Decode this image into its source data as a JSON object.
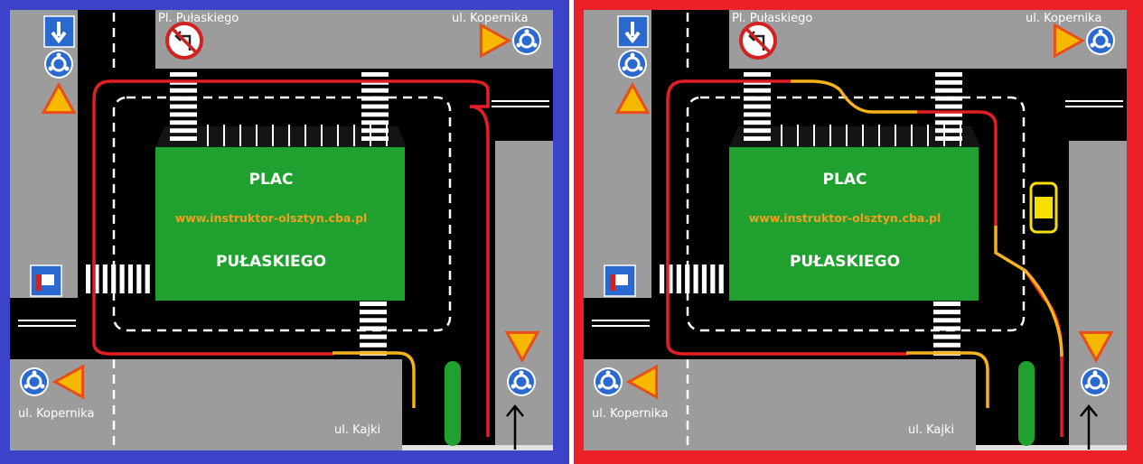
{
  "labels": {
    "top_left_street": "Pl. Pułaskiego",
    "top_right_street": "ul. Kopernika",
    "bottom_left_street": "ul. Kopernika",
    "bottom_right_street": "ul. Kajki",
    "square_line1": "PLAC",
    "square_line2": "PUŁASKIEGO",
    "website": "www.instruktor-olsztyn.cba.pl"
  },
  "colors": {
    "left_frame": "#3b44c8",
    "right_frame": "#ee2027",
    "asphalt": "#000000",
    "sidewalk": "#9c9c9c",
    "square": "#1fa02f",
    "route_red": "#e31e24",
    "route_yellow": "#f6b21a",
    "car": "#f5e000",
    "sign_blue": "#2a6ad0",
    "sign_triangle": "#f7b900"
  },
  "panels": [
    {
      "frame": "blue",
      "route": "red loop around square, yellow exit to ul. Kajki",
      "car": false
    },
    {
      "frame": "red",
      "route": "red and yellow loop passing parked car, yellow exit to ul. Kajki",
      "car": true
    }
  ],
  "icons": [
    "one-way-down-sign",
    "roundabout-sign",
    "yield-triangle-sign",
    "no-left-turn-sign",
    "dead-end-sign",
    "up-arrow-icon"
  ]
}
